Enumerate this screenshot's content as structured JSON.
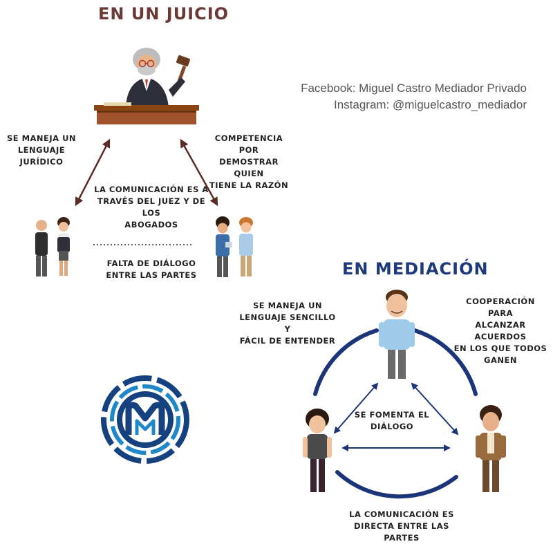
{
  "sections": {
    "juicio": {
      "title": "EN UN JUICIO",
      "color": "#6b3a37",
      "left_label": [
        "SE MANEJA UN",
        "LENGUAJE JURÍDICO"
      ],
      "right_label": [
        "COMPETENCIA POR",
        "DEMOSTRAR QUIEN",
        "TIENE LA RAZÓN"
      ],
      "center_label": [
        "LA COMUNICACIÓN ES A",
        "TRAVÉS DEL JUEZ Y DE LOS",
        "ABOGADOS"
      ],
      "bottom_label": [
        "FALTA DE DIÁLOGO",
        "ENTRE LAS PARTES"
      ]
    },
    "mediacion": {
      "title": "EN MEDIACIÓN",
      "color": "#1f3a7a",
      "left_label": [
        "SE MANEJA UN",
        "LENGUAJE SENCILLO Y",
        "FÁCIL DE ENTENDER"
      ],
      "right_label": [
        "COOPERACIÓN PARA",
        "ALCANZAR ACUERDOS",
        "EN LOS QUE TODOS",
        "GANEN"
      ],
      "center_label": [
        "SE FOMENTA EL",
        "DIÁLOGO"
      ],
      "bottom_label": [
        "LA COMUNICACIÓN ES",
        "DIRECTA ENTRE LAS PARTES"
      ]
    }
  },
  "social": {
    "facebook": "Facebook: Miguel Castro Mediador Privado",
    "instagram": "Instagram: @miguelcastro_mediador"
  },
  "colors": {
    "arrow_brown": "#5b2c26",
    "circle_blue": "#1c3578",
    "logo_dark": "#16417f",
    "logo_light": "#1e88c9"
  }
}
